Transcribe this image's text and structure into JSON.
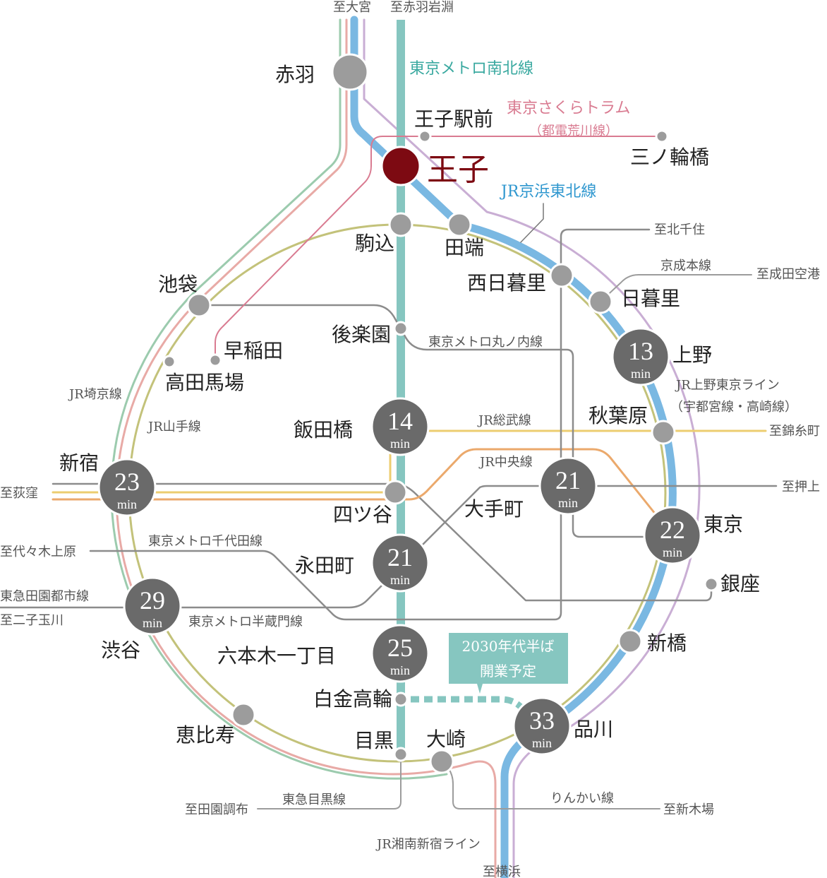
{
  "colors": {
    "namboku": "#86c6c0",
    "keihin_tohoku": "#7ab8e2",
    "yamanote": "#c3c27a",
    "saikyo": "#9ccbae",
    "shonan_shinjuku": "#e8aaa6",
    "ueno_tokyo": "#c9aed4",
    "sobu": "#eccd70",
    "chuo": "#eba96c",
    "metro": "#8c8c8c",
    "toden": "#d97b91",
    "oji": "#7d0a12",
    "time_station": "#6a6a6a",
    "station": "#9c9c9c"
  },
  "unit": "min",
  "directions": {
    "omiya": "至大宮",
    "akabane_iwabuchi": "至赤羽岩淵",
    "kitasenju": "至北千住",
    "narita": "至成田空港",
    "kinshicho": "至錦糸町",
    "oshiage": "至押上",
    "ogikubo": "至荻窪",
    "yoyogi_uehara": "至代々木上原",
    "futako": "至二子玉川",
    "denenchofu": "至田園調布",
    "shinkiba": "至新木場",
    "yokohama": "至横浜"
  },
  "lines": {
    "namboku": "東京メトロ南北線",
    "toden": "東京さくらトラム",
    "toden_sub": "（都電荒川線）",
    "keihin": "JR京浜東北線",
    "keisei": "京成本線",
    "marunouchi": "東京メトロ丸ノ内線",
    "ueno_tokyo": "JR上野東京ライン",
    "ueno_tokyo_sub": "（宇都宮線・高崎線）",
    "saikyo": "JR埼京線",
    "yamanote": "JR山手線",
    "sobu": "JR総武線",
    "chuo": "JR中央線",
    "chiyoda": "東京メトロ千代田線",
    "denentoshi": "東急田園都市線",
    "hanzomon": "東京メトロ半蔵門線",
    "meguro": "東急目黒線",
    "rinkai": "りんかい線",
    "shonan": "JR湘南新宿ライン"
  },
  "stations": {
    "akabane": "赤羽",
    "oji_ekimae": "王子駅前",
    "minowabashi": "三ノ輪橋",
    "oji": "王子",
    "komagome": "駒込",
    "tabata": "田端",
    "nishinippori": "西日暮里",
    "nippori": "日暮里",
    "ikebukuro": "池袋",
    "korakuen": "後楽園",
    "waseda": "早稲田",
    "takadanobaba": "高田馬場",
    "ueno": "上野",
    "akihabara": "秋葉原",
    "iidabashi": "飯田橋",
    "shinjuku": "新宿",
    "yotsuya": "四ツ谷",
    "otemachi": "大手町",
    "tokyo": "東京",
    "nagatacho": "永田町",
    "ginza": "銀座",
    "shibuya": "渋谷",
    "roppongi": "六本木一丁目",
    "shinbashi": "新橋",
    "shirokane": "白金高輪",
    "shinagawa": "品川",
    "ebisu": "恵比寿",
    "meguro": "目黒",
    "osaki": "大崎"
  },
  "times": {
    "ueno": "13",
    "iidabashi": "14",
    "shinjuku": "23",
    "otemachi": "21",
    "tokyo": "22",
    "nagatacho": "21",
    "shibuya": "29",
    "roppongi": "25",
    "shinagawa": "33"
  },
  "note": {
    "line1": "2030年代半ば",
    "line2": "開業予定"
  }
}
